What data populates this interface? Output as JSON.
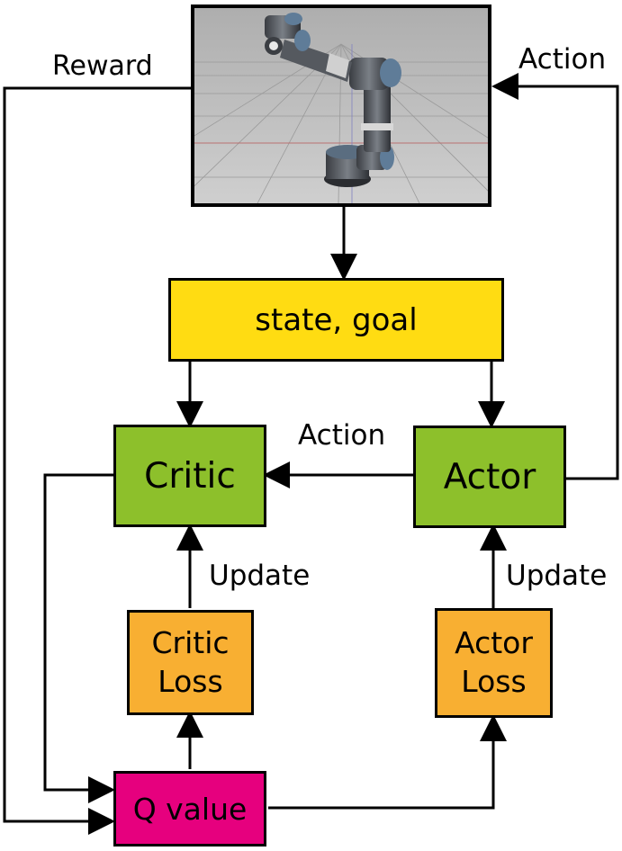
{
  "colors": {
    "state_goal": "#ffdc12",
    "network": "#8dc02b",
    "loss": "#f8af32",
    "q_value": "#e6007e"
  },
  "environment": {
    "image": "robot-arm-simulation"
  },
  "nodes": {
    "state_goal": "state, goal",
    "critic": "Critic",
    "actor": "Actor",
    "critic_loss": "Critic Loss",
    "actor_loss": "Actor Loss",
    "q_value": "Q value"
  },
  "edge_labels": {
    "reward": "Reward",
    "action_top": "Action",
    "action_middle": "Action",
    "update_critic": "Update",
    "update_actor": "Update"
  }
}
